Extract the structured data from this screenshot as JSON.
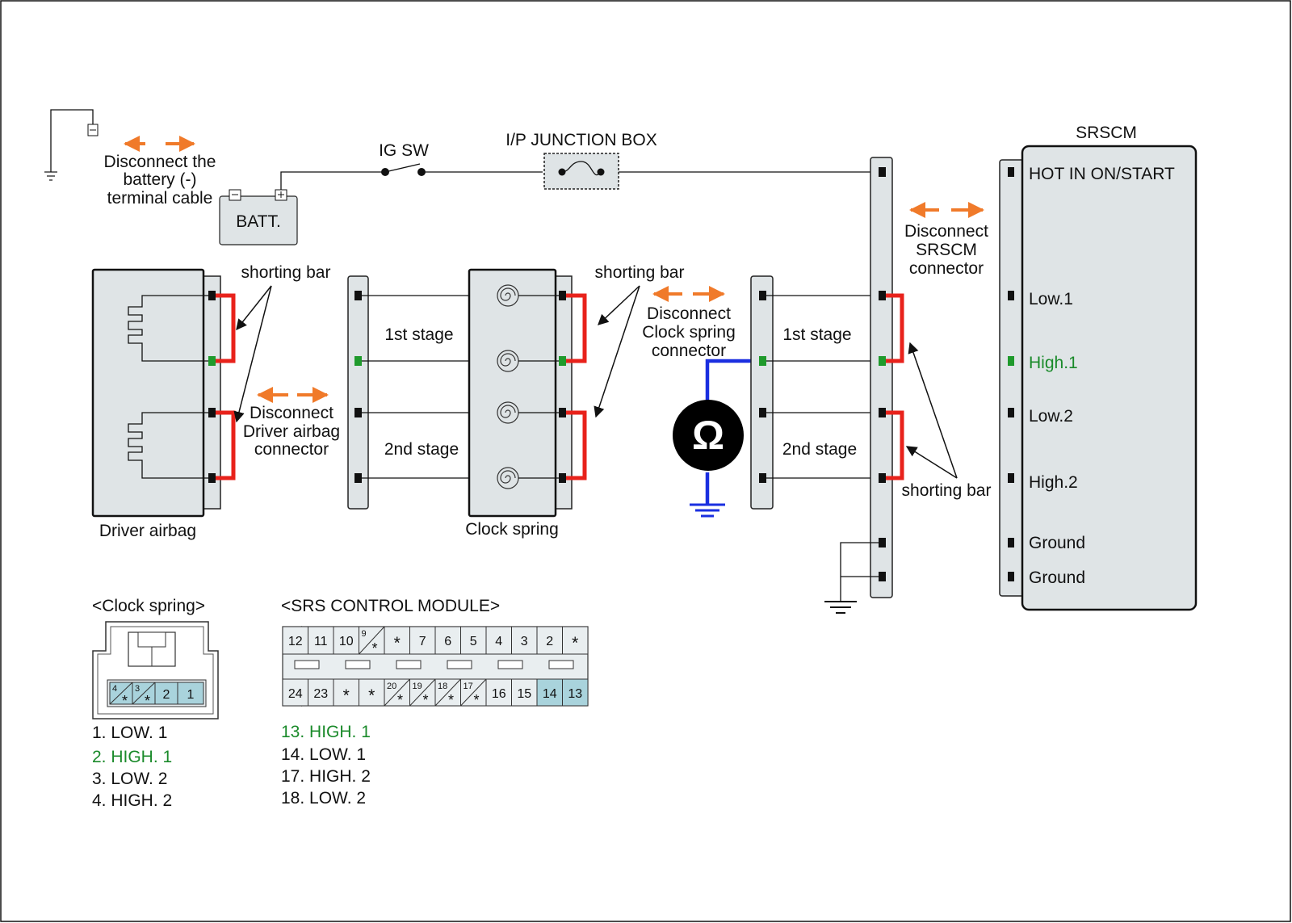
{
  "battery": {
    "disconnect_note": [
      "Disconnect the",
      "battery (-)",
      "terminal cable"
    ],
    "label": "BATT.",
    "minus": "-",
    "plus": "+"
  },
  "ignition_switch": {
    "label": "IG SW"
  },
  "junction_box": {
    "label": "I/P JUNCTION BOX"
  },
  "driver_airbag": {
    "label": "Driver airbag",
    "disconnect_note": [
      "Disconnect",
      "Driver airbag",
      "connector"
    ]
  },
  "clock_spring": {
    "label": "Clock spring",
    "disconnect_note": [
      "Disconnect",
      "Clock spring",
      "connector"
    ]
  },
  "srscm": {
    "title": "SRSCM",
    "disconnect_note": [
      "Disconnect",
      "SRSCM",
      "connector"
    ],
    "pins": [
      "HOT IN ON/START",
      "Low.1",
      "High.1",
      "Low.2",
      "High.2",
      "Ground",
      "Ground"
    ]
  },
  "labels": {
    "shorting_bar": "shorting bar",
    "stage1": "1st stage",
    "stage2": "2nd stage",
    "ohm": "Ω"
  },
  "clock_spring_connector": {
    "title": "<Clock spring>",
    "cells": [
      "4",
      "3",
      "2",
      "1"
    ],
    "star": "*",
    "legend": [
      "1. LOW. 1",
      "2. HIGH. 1",
      "3. LOW. 2",
      "4. HIGH. 2"
    ]
  },
  "srs_module_connector": {
    "title": "<SRS CONTROL MODULE>",
    "top_row": [
      "12",
      "11",
      "10",
      "9",
      "*",
      "7",
      "6",
      "5",
      "4",
      "3",
      "2",
      "*"
    ],
    "bottom_row": [
      "24",
      "23",
      "*",
      "*",
      "20",
      "19",
      "18",
      "17",
      "16",
      "15",
      "14",
      "13"
    ],
    "legend": [
      "13. HIGH. 1",
      "14. LOW. 1",
      "17. HIGH. 2",
      "18. LOW. 2"
    ]
  },
  "colors": {
    "arrow": "#f07a2a",
    "shorting_bar": "#e8221b",
    "meter_wire": "#1a2fe0",
    "highlight_text": "#1a8a2a",
    "highlight_cell": "#a9d3dc"
  }
}
